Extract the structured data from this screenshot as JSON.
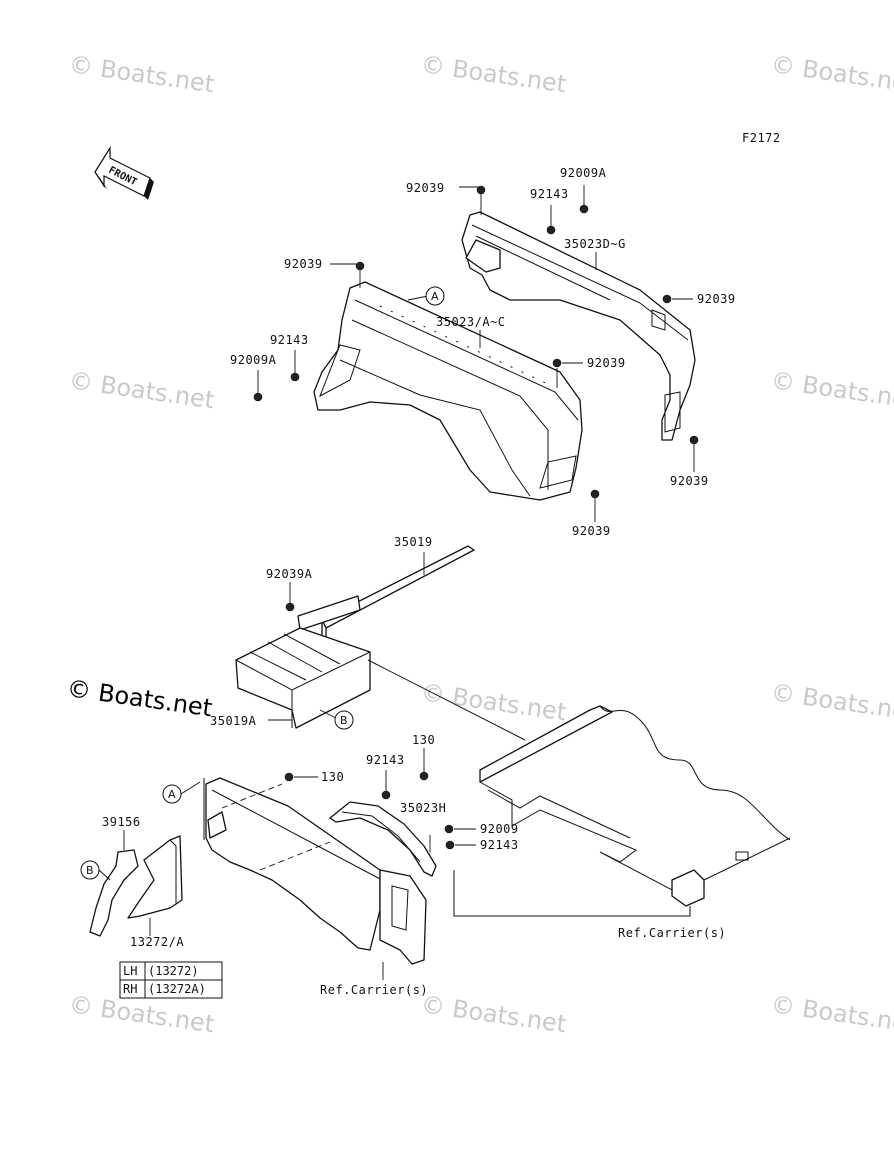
{
  "diagram_code": "F2172",
  "front_label": "FRONT",
  "watermark": "© Boats.net",
  "watermark_main": "© Boats.net",
  "callouts": {
    "a": "A",
    "b": "B"
  },
  "part_labels": {
    "p92009A_top": "92009A",
    "p92039_top": "92039",
    "p92143_top": "92143",
    "p35023DG": "35023D~G",
    "p92039_left": "92039",
    "p92039_right1": "92039",
    "p35023AC": "35023/A~C",
    "p92143_left": "92143",
    "p92039_mid": "92039",
    "p92009A_left": "92009A",
    "p92039_right2": "92039",
    "p92039_bottom": "92039",
    "p35019": "35019",
    "p92039A": "92039A",
    "p35019A": "35019A",
    "p130_a": "130",
    "p92143_low": "92143",
    "p130_b": "130",
    "p35023H": "35023H",
    "p92009": "92009",
    "p92143_low2": "92143",
    "p39156": "39156",
    "p13272A": "13272/A",
    "ref_carrier_right": "Ref.Carrier(s)",
    "ref_carrier_bottom": "Ref.Carrier(s)"
  },
  "side_table": [
    {
      "side": "LH",
      "part": "(13272)"
    },
    {
      "side": "RH",
      "part": "(13272A)"
    }
  ]
}
